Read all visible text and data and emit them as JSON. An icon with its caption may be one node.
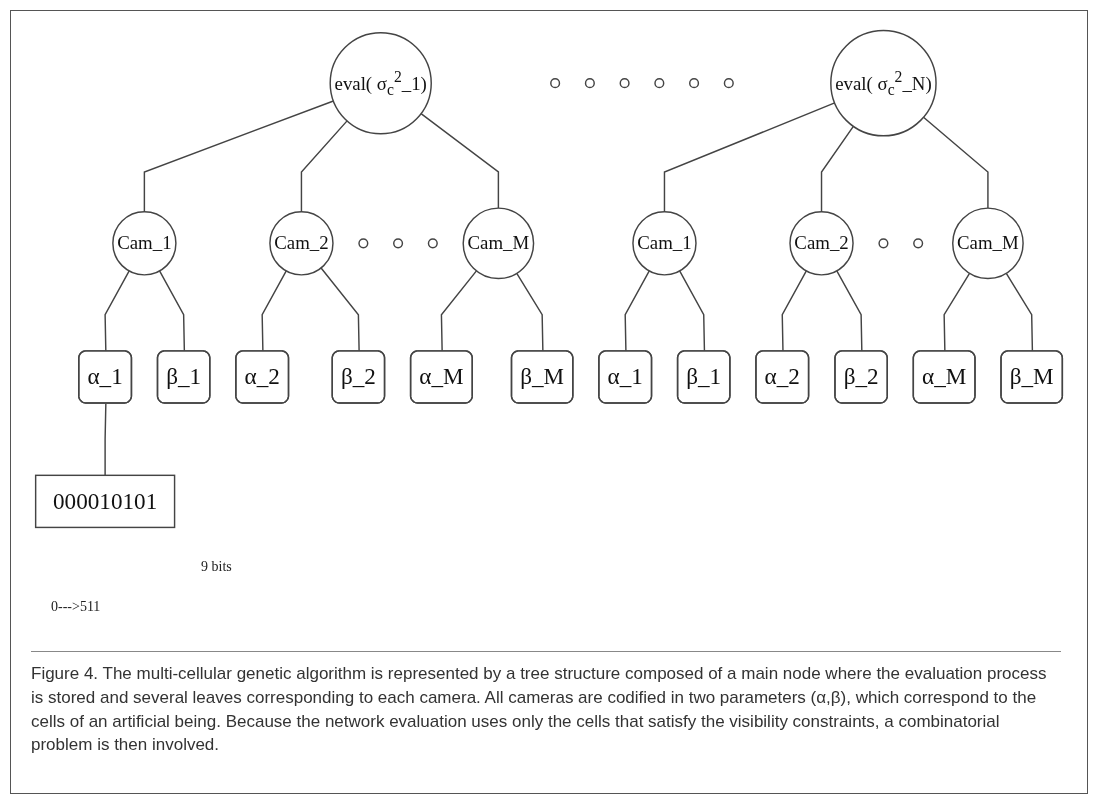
{
  "diagram": {
    "caption": "Figure 4. The multi-cellular genetic algorithm is represented by a tree structure composed of a main node where the evaluation process is stored and several leaves corresponding to each camera. All cameras are codified in two parameters (α,β), which correspond to the cells of an artificial being. Because the network evaluation uses only the cells that satisfy the visibility constraints, a combinatorial problem is then involved.",
    "nodes": [
      {
        "text": [
          "eval( σ$_{c}$$^{2}$_1)"
        ]
      },
      {
        "text": [],
        "shape": "circle"
      },
      {
        "text": [],
        "shape": "circle"
      },
      {
        "text": [],
        "shape": "circle"
      },
      {
        "text": [],
        "shape": "circle"
      },
      {
        "text": [],
        "shape": "circle"
      },
      {
        "text": [],
        "shape": "circle"
      },
      {
        "text": [
          "eval( σ$_{c}$$^{2}$_N)"
        ]
      },
      {
        "text": [
          "Cam_1"
        ]
      },
      {
        "text": [
          "Cam_2"
        ]
      },
      {
        "text": [],
        "shape": "circle"
      },
      {
        "text": [],
        "shape": "circle"
      },
      {
        "text": [],
        "shape": "circle"
      },
      {
        "text": [
          "Cam_M"
        ]
      },
      {
        "text": [
          "Cam_1"
        ]
      },
      {
        "text": [
          "Cam_2"
        ]
      },
      {
        "text": [],
        "shape": "circle"
      },
      {
        "text": [],
        "shape": "circle"
      },
      {
        "text": [
          "Cam_M"
        ]
      },
      {
        "text": [
          "α_1"
        ]
      },
      {
        "text": [
          "β_1"
        ]
      },
      {
        "text": [
          "α_2"
        ]
      },
      {
        "text": [
          "β_2"
        ]
      },
      {
        "text": [
          "α_M"
        ]
      },
      {
        "text": [
          "β_M"
        ]
      },
      {
        "text": [
          "α_1"
        ]
      },
      {
        "text": [
          "β_1"
        ]
      },
      {
        "text": [
          "α_2"
        ]
      },
      {
        "text": [
          "β_2"
        ]
      },
      {
        "text": [
          "α_M"
        ]
      },
      {
        "text": [
          "β_M"
        ]
      },
      {
        "text": [
          "000010101"
        ]
      }
    ],
    "edges": [
      {
        "from": 0,
        "to": 8,
        "arrow": "none"
      },
      {
        "from": 0,
        "to": 9,
        "arrow": "none"
      },
      {
        "from": 0,
        "to": 13,
        "arrow": "none"
      },
      {
        "from": 7,
        "to": 14,
        "arrow": "none"
      },
      {
        "from": 7,
        "to": 15,
        "arrow": "none"
      },
      {
        "from": 7,
        "to": 18,
        "arrow": "none"
      },
      {
        "from": 8,
        "to": 19,
        "arrow": "none"
      },
      {
        "from": 8,
        "to": 20,
        "arrow": "none"
      },
      {
        "from": 9,
        "to": 21,
        "arrow": "none"
      },
      {
        "from": 9,
        "to": 22,
        "arrow": "none"
      },
      {
        "from": 13,
        "to": 23,
        "arrow": "none"
      },
      {
        "from": 13,
        "to": 24,
        "arrow": "none"
      },
      {
        "from": 14,
        "to": 25,
        "arrow": "none"
      },
      {
        "from": 14,
        "to": 26,
        "arrow": "none"
      },
      {
        "from": 15,
        "to": 27,
        "arrow": "none"
      },
      {
        "from": 15,
        "to": 28,
        "arrow": "none"
      },
      {
        "from": 18,
        "to": 29,
        "arrow": "none"
      },
      {
        "from": 18,
        "to": 30,
        "arrow": "none"
      },
      {
        "from": 19,
        "to": 31,
        "arrow": "none"
      }
    ],
    "labels": [
      "9 bits",
      "0--->511"
    ]
  }
}
